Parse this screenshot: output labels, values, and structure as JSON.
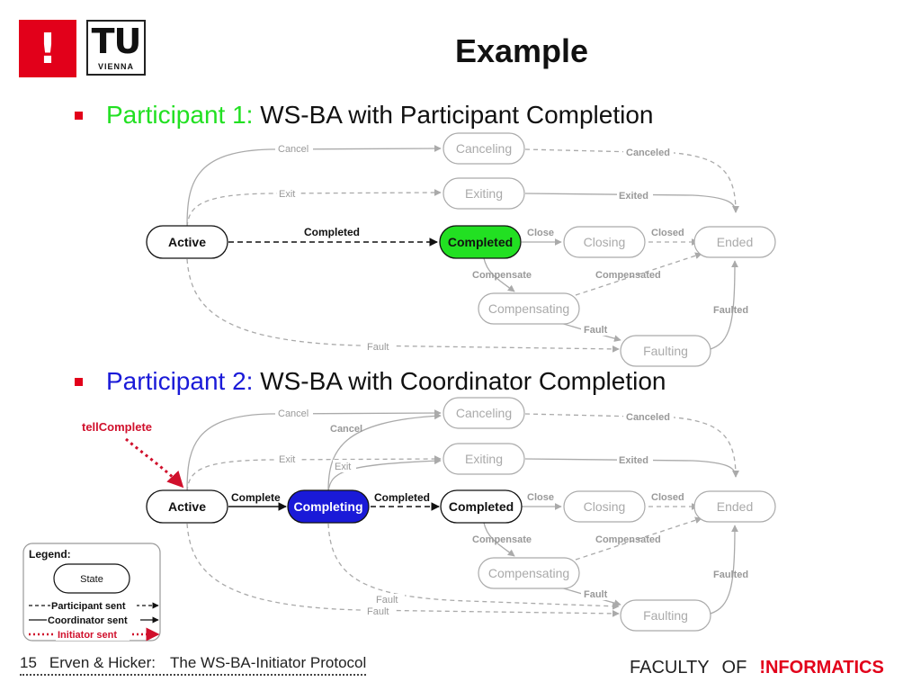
{
  "logo": {
    "exclaim": "!",
    "tu": "TU",
    "vienna": "VIENNA"
  },
  "title": "Example",
  "sections": [
    {
      "label": "Participant 1:",
      "label_color": "#22e022",
      "text": " WS-BA with Participant Completion"
    },
    {
      "label": "Participant 2:",
      "label_color": "#1a1ad8",
      "text": " WS-BA with Coordinator Completion"
    }
  ],
  "diagram1": {
    "states": {
      "active": "Active",
      "canceling": "Canceling",
      "exiting": "Exiting",
      "completed": "Completed",
      "closing": "Closing",
      "ended": "Ended",
      "compensating": "Compensating",
      "faulting": "Faulting"
    },
    "edges": {
      "cancel": "Cancel",
      "canceled": "Canceled",
      "exit": "Exit",
      "exited": "Exited",
      "completed": "Completed",
      "close": "Close",
      "closed": "Closed",
      "compensate": "Compensate",
      "compensated": "Compensated",
      "fault": "Fault",
      "fault_comp": "Fault",
      "faulted": "Faulted"
    },
    "highlight_color": "#22e022"
  },
  "diagram2": {
    "states": {
      "active": "Active",
      "completing": "Completing",
      "canceling": "Canceling",
      "exiting": "Exiting",
      "completed": "Completed",
      "closing": "Closing",
      "ended": "Ended",
      "compensating": "Compensating",
      "faulting": "Faulting"
    },
    "edges": {
      "cancel": "Cancel",
      "cancel2": "Cancel",
      "canceled": "Canceled",
      "exit": "Exit",
      "exit2": "Exit",
      "exited": "Exited",
      "complete": "Complete",
      "completed": "Completed",
      "close": "Close",
      "closed": "Closed",
      "compensate": "Compensate",
      "compensated": "Compensated",
      "fault": "Fault",
      "fault2": "Fault",
      "fault_comp": "Fault",
      "faulted": "Faulted",
      "tell_complete": "tellComplete"
    },
    "highlight_color": "#1a1ad8",
    "initiator_color": "#d0102c"
  },
  "legend": {
    "title": "Legend:",
    "state": "State",
    "participant": "Participant sent",
    "coordinator": "Coordinator sent",
    "initiator": "Initiator sent"
  },
  "footer": {
    "page": "15",
    "authors": "Erven & Hicker:",
    "talk": "The WS-BA-Initiator Protocol"
  },
  "faculty": {
    "faculty": "FACULTY",
    "of": "OF",
    "informatics": "!NFORMATICS"
  }
}
